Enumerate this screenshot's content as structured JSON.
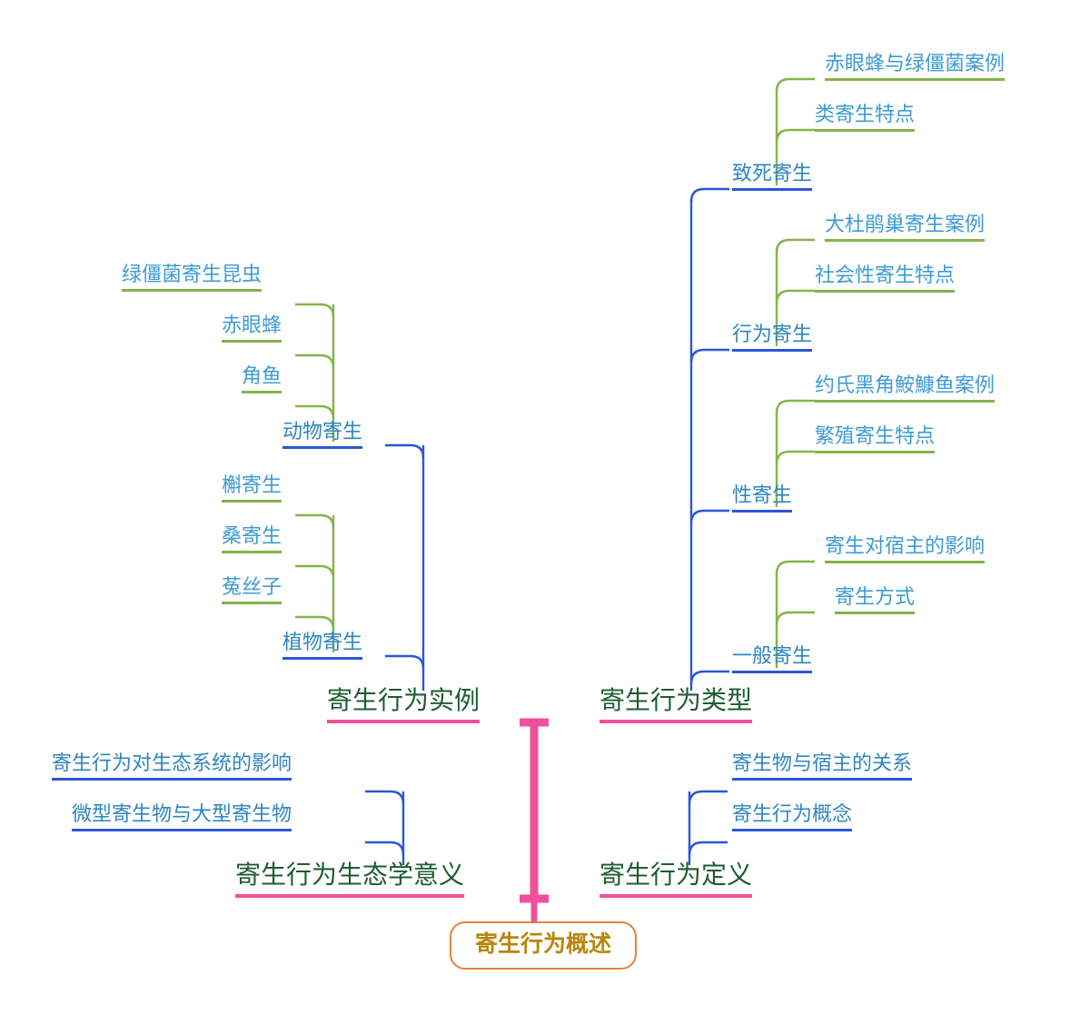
{
  "diagram": {
    "type": "mind-map",
    "title": "寄生行为概述",
    "colors": {
      "root_text": "#B8860B",
      "root_border": "#E8813A",
      "level1_text": "#1D5C32",
      "level1_line": "#F0509B",
      "level2_text": "#2E86C1",
      "level2_line": "#2B56D6",
      "level3_text": "#3E9BD5",
      "level3_line": "#84B44C",
      "background": "#FFFFFF"
    }
  },
  "root": {
    "label": "寄生行为概述"
  },
  "branches": [
    {
      "label": "寄生行为实例",
      "side": "left-top",
      "children": [
        {
          "label": "动物寄生",
          "children": [
            {
              "label": "绿僵菌寄生昆虫"
            },
            {
              "label": "赤眼蜂"
            },
            {
              "label": "角鱼"
            }
          ]
        },
        {
          "label": "植物寄生",
          "children": [
            {
              "label": "槲寄生"
            },
            {
              "label": "桑寄生"
            },
            {
              "label": "菟丝子"
            }
          ]
        }
      ]
    },
    {
      "label": "寄生行为类型",
      "side": "right-top",
      "children": [
        {
          "label": "致死寄生",
          "children": [
            {
              "label": "赤眼蜂与绿僵菌案例"
            },
            {
              "label": "类寄生特点"
            }
          ]
        },
        {
          "label": "行为寄生",
          "children": [
            {
              "label": "大杜鹃巢寄生案例"
            },
            {
              "label": "社会性寄生特点"
            }
          ]
        },
        {
          "label": "性寄生",
          "children": [
            {
              "label": "约氏黑角鮟鱇鱼案例"
            },
            {
              "label": "繁殖寄生特点"
            }
          ]
        },
        {
          "label": "一般寄生",
          "children": [
            {
              "label": "寄生对宿主的影响"
            },
            {
              "label": "寄生方式"
            }
          ]
        }
      ]
    },
    {
      "label": "寄生行为生态学意义",
      "side": "left-bottom",
      "children": [
        {
          "label": "寄生行为对生态系统的影响"
        },
        {
          "label": "微型寄生物与大型寄生物"
        }
      ]
    },
    {
      "label": "寄生行为定义",
      "side": "right-bottom",
      "children": [
        {
          "label": "寄生物与宿主的关系"
        },
        {
          "label": "寄生行为概念"
        }
      ]
    }
  ]
}
